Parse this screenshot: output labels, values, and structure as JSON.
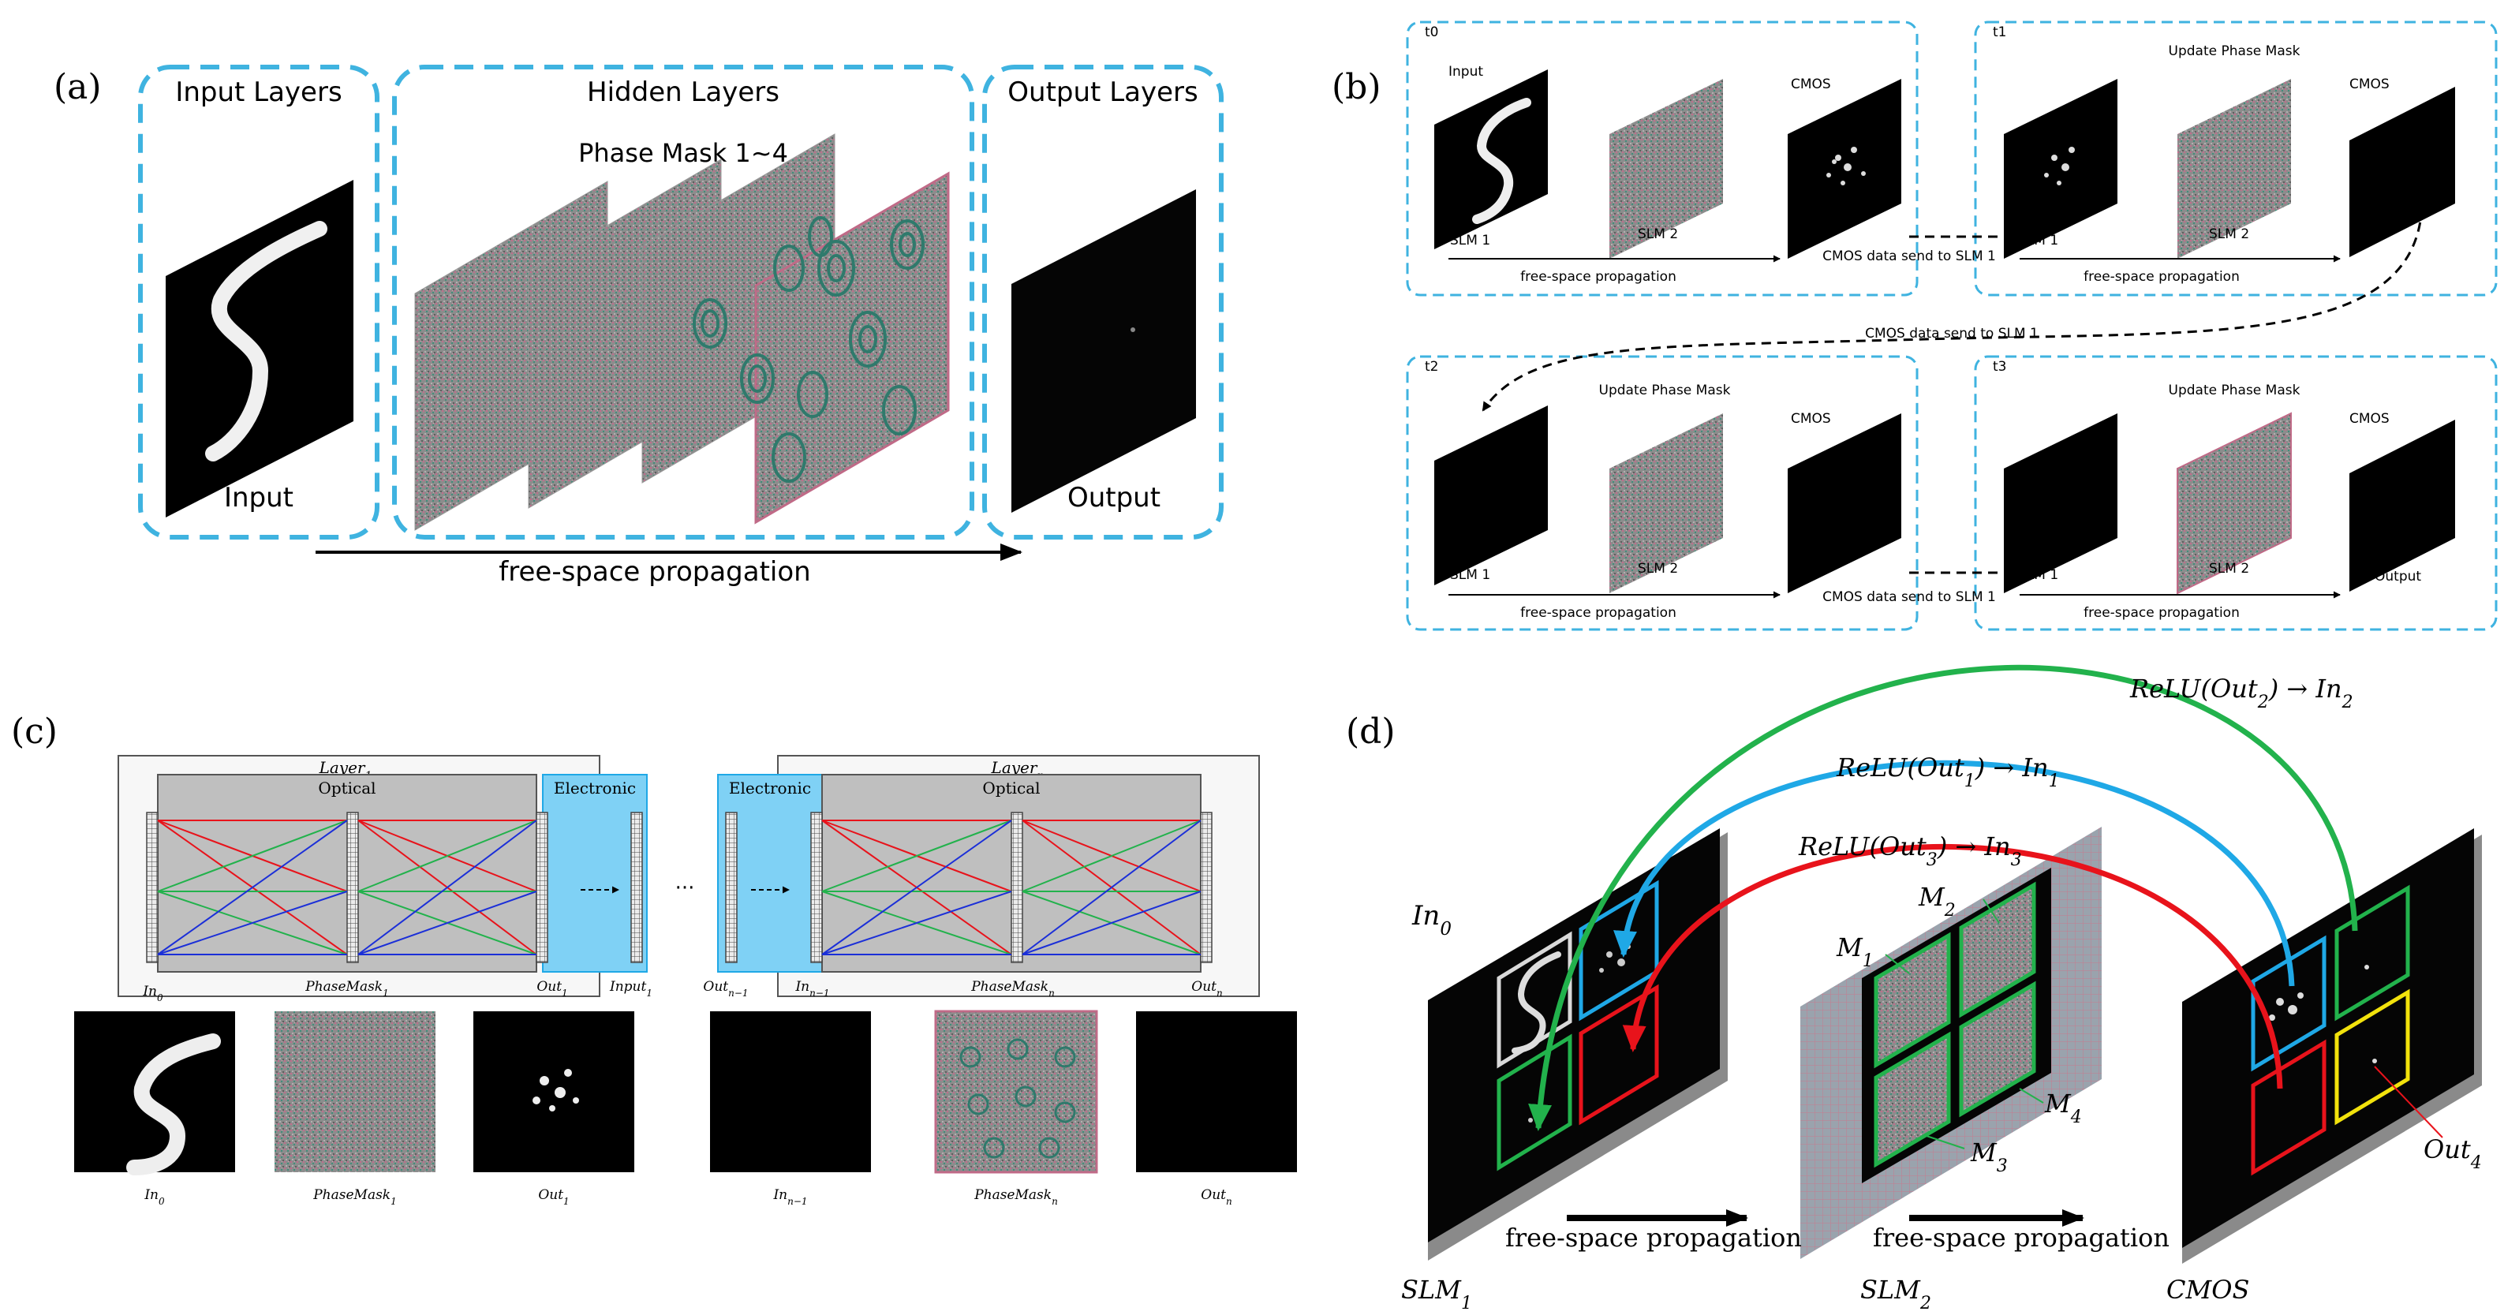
{
  "panel_a": {
    "label": "(a)",
    "input_title": "Input Layers",
    "hidden_title": "Hidden Layers",
    "output_title": "Output Layers",
    "phase_mask_label": "Phase Mask 1~4",
    "input_caption": "Input",
    "output_caption": "Output",
    "arrow_label": "free-space propagation"
  },
  "panel_b": {
    "label": "(b)",
    "t0": {
      "time": "t0",
      "input": "Input",
      "cmos": "CMOS",
      "slm1": "SLM 1",
      "slm2": "SLM 2",
      "prop": "free-space propagation"
    },
    "t1": {
      "time": "t1",
      "title": "Update Phase Mask",
      "cmos": "CMOS",
      "slm1": "SLM 1",
      "slm2": "SLM 2",
      "prop": "free-space propagation"
    },
    "t2": {
      "time": "t2",
      "title": "Update Phase Mask",
      "cmos": "CMOS",
      "slm1": "SLM 1",
      "slm2": "SLM 2",
      "prop": "free-space propagation"
    },
    "t3": {
      "time": "t3",
      "title": "Update Phase Mask",
      "cmos": "CMOS",
      "slm1": "SLM 1",
      "slm2": "SLM 2",
      "prop": "free-space propagation",
      "output": "Output"
    },
    "send_top": "CMOS data send to SLM 1",
    "send_mid": "CMOS data send to SLM 1",
    "send_bottom": "CMOS data send to SLM 1"
  },
  "panel_c": {
    "label": "(c)",
    "layer1": "Layer",
    "layer1_sub": "1",
    "layern": "Layer",
    "layern_sub": "n",
    "optical": "Optical",
    "electronic": "Electronic",
    "ellipsis": "···",
    "in0": "In",
    "in0_sub": "0",
    "pm1": "PhaseMask",
    "pm1_sub": "1",
    "out1": "Out",
    "out1_sub": "1",
    "input1": "Input",
    "input1_sub": "1",
    "outn1": "Out",
    "outn1_sub": "n−1",
    "inn1": "In",
    "inn1_sub": "n−1",
    "pmn": "PhaseMask",
    "pmn_sub": "n",
    "outn": "Out",
    "outn_sub": "n"
  },
  "panel_d": {
    "label": "(d)",
    "relu2": "ReLU(Out",
    "relu2_sub": "2",
    "relu2_tail": ") → In",
    "relu2_tail_sub": "2",
    "relu1": "ReLU(Out",
    "relu1_sub": "1",
    "relu1_tail": ") → In",
    "relu1_tail_sub": "1",
    "relu3": "ReLU(Out",
    "relu3_sub": "3",
    "relu3_tail": ") → In",
    "relu3_tail_sub": "3",
    "in0": "In",
    "in0_sub": "0",
    "m1": "M",
    "m1_sub": "1",
    "m2": "M",
    "m2_sub": "2",
    "m3": "M",
    "m3_sub": "3",
    "m4": "M",
    "m4_sub": "4",
    "out4": "Out",
    "out4_sub": "4",
    "prop1": "free-space propagation",
    "prop2": "free-space propagation",
    "slm1": "SLM",
    "slm1_sub": "1",
    "slm2": "SLM",
    "slm2_sub": "2",
    "cmos": "CMOS"
  },
  "colors": {
    "dash_box": "#3fb3e0",
    "electronic": "#7fd1f5",
    "optical": "#bfbfbf",
    "green": "#22b24c",
    "blue": "#1fa8e6",
    "red": "#e8131b",
    "yellow": "#f2e20c"
  }
}
